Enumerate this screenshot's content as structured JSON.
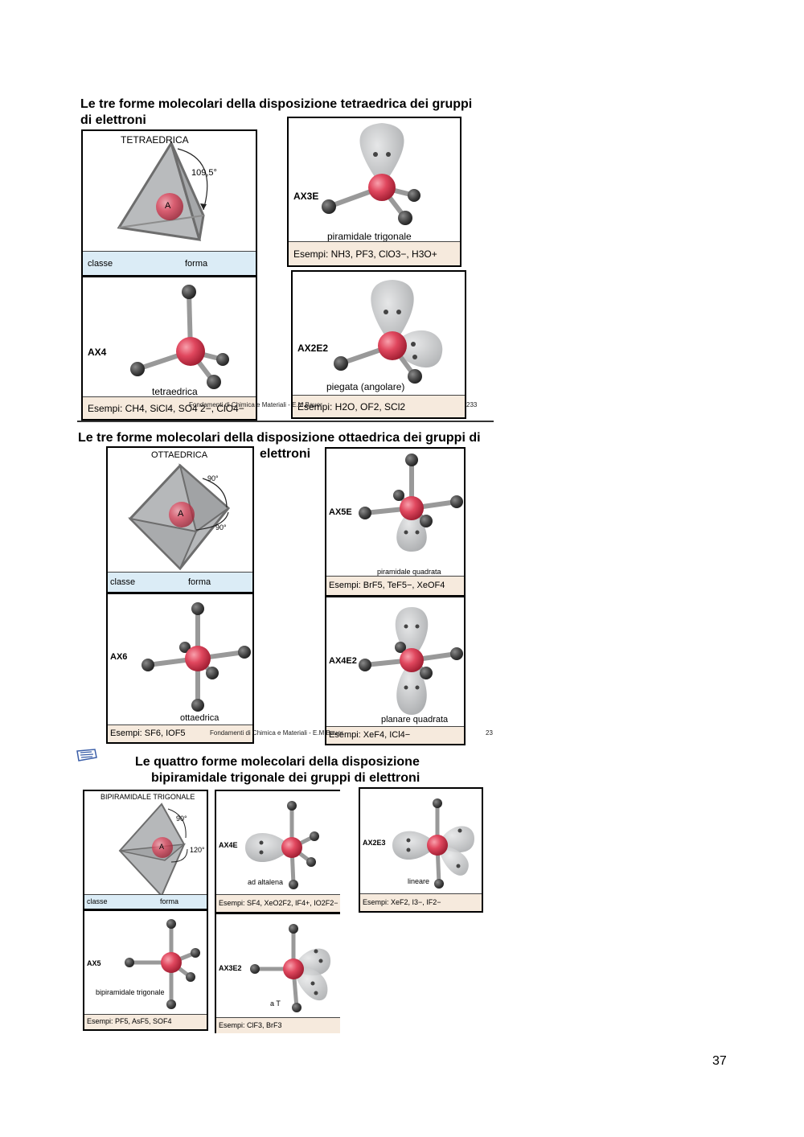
{
  "section1": {
    "title_line1": "Le tre forme molecolari della disposizione tetraedrica dei gruppi",
    "title_line2": "di elettroni",
    "ref_label": "TETRAEDRICA",
    "angle": "109,5°",
    "atom": "A",
    "class_label": "classe",
    "form_label": "forma",
    "ax4": {
      "formula": "AX4",
      "shape": "tetraedrica",
      "examples": "Esempi: CH4, SiCl4, SO4 2−, ClO4−"
    },
    "ax3e": {
      "formula": "AX3E",
      "shape": "piramidale trigonale",
      "examples": "Esempi: NH3, PF3, ClO3−, H3O+"
    },
    "ax2e2": {
      "formula": "AX2E2",
      "shape": "piegata (angolare)",
      "examples": "Esempi: H2O, OF2, SCl2"
    },
    "footer": "Fondamenti di Chimica e Materiali - E.M.Bauer",
    "page": "233"
  },
  "section2": {
    "title_line1": "Le tre forme molecolari della disposizione ottaedrica dei gruppi di",
    "title_line2": "elettroni",
    "ref_label": "OTTAEDRICA",
    "angle1": "90°",
    "angle2": "90°",
    "atom": "A",
    "class_label": "classe",
    "form_label": "forma",
    "ax6": {
      "formula": "AX6",
      "shape": "ottaedrica",
      "examples": "Esempi: SF6, IOF5"
    },
    "ax5e": {
      "formula": "AX5E",
      "shape": "piramidale quadrata",
      "examples": "Esempi: BrF5, TeF5−, XeOF4"
    },
    "ax4e2": {
      "formula": "AX4E2",
      "shape": "planare quadrata",
      "examples": "Esempi: XeF4, ICl4−"
    },
    "footer": "Fondamenti di Chimica e Materiali - E.M.Bauer",
    "page": "23"
  },
  "section3": {
    "title_line1": "Le quattro forme molecolari della disposizione",
    "title_line2": "bipiramidale trigonale dei gruppi di elettroni",
    "ref_label": "BIPIRAMIDALE TRIGONALE",
    "angle1": "90°",
    "angle2": "120°",
    "atom": "A",
    "class_label": "classe",
    "form_label": "forma",
    "ax5": {
      "formula": "AX5",
      "shape": "bipiramidale trigonale",
      "examples": "Esempi: PF5, AsF5, SOF4"
    },
    "ax4e": {
      "formula": "AX4E",
      "shape": "ad altalena",
      "examples": "Esempi: SF4, XeO2F2, IF4+, IO2F2−"
    },
    "ax3e2": {
      "formula": "AX3E2",
      "shape": "a T",
      "examples": "Esempi: ClF3, BrF3"
    },
    "ax2e3": {
      "formula": "AX2E3",
      "shape": "lineare",
      "examples": "Esempi: XeF2, I3−, IF2−"
    }
  },
  "page_number": "37",
  "colors": {
    "central_atom": "#e0475e",
    "ligand": "#4a4a4a",
    "bond": "#9a9a9a",
    "lone_pair": "#c4c6c8",
    "bar_blue": "#dbecf6",
    "bar_beige": "#f6eadd"
  }
}
